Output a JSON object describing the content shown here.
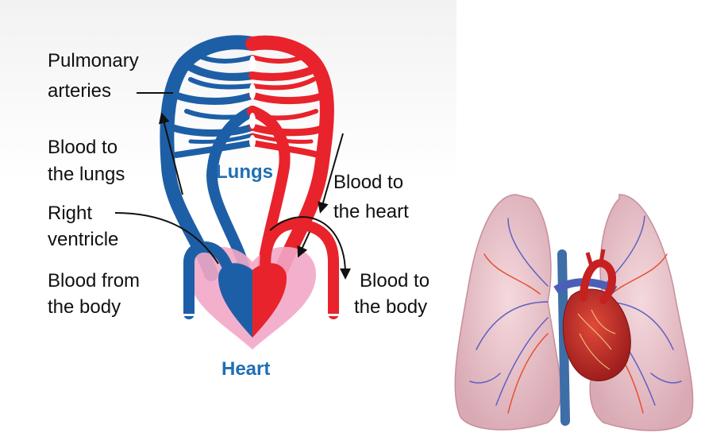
{
  "labels": {
    "pulmonary_line1": "Pulmonary",
    "pulmonary_line2": "arteries",
    "blood_lungs_line1": "Blood to",
    "blood_lungs_line2": "the lungs",
    "right_line1": "Right",
    "right_line2": "ventricle",
    "from_body_line1": "Blood from",
    "from_body_line2": "the body",
    "lungs": "Lungs",
    "heart": "Heart",
    "to_heart_line1": "Blood to",
    "to_heart_line2": "the heart",
    "to_body_line1": "Blood to",
    "to_body_line2": "the body"
  },
  "colors": {
    "deoxygenated": "#1d5fa6",
    "oxygenated": "#e8232b",
    "pericardium": "#f2a7c6",
    "label_blue": "#1f6fb4",
    "lung_tissue": "#e9c1c8"
  }
}
